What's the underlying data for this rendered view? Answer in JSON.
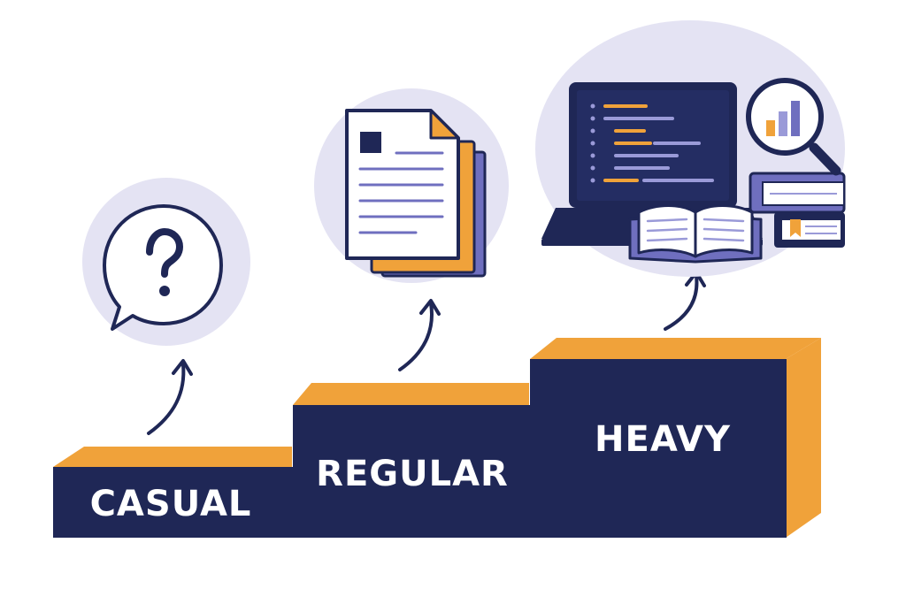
{
  "steps": [
    {
      "label": "CASUAL",
      "icon": "question-bubble-icon"
    },
    {
      "label": "REGULAR",
      "icon": "documents-stack-icon"
    },
    {
      "label": "HEAVY",
      "icon": "laptop-code-books-icon"
    }
  ],
  "colors": {
    "navy": "#1f2756",
    "orange": "#f0a23a",
    "circle": "#e4e3f3",
    "purple": "#6f6fbf",
    "lightPurple": "#9a9ad8",
    "white": "#ffffff"
  }
}
